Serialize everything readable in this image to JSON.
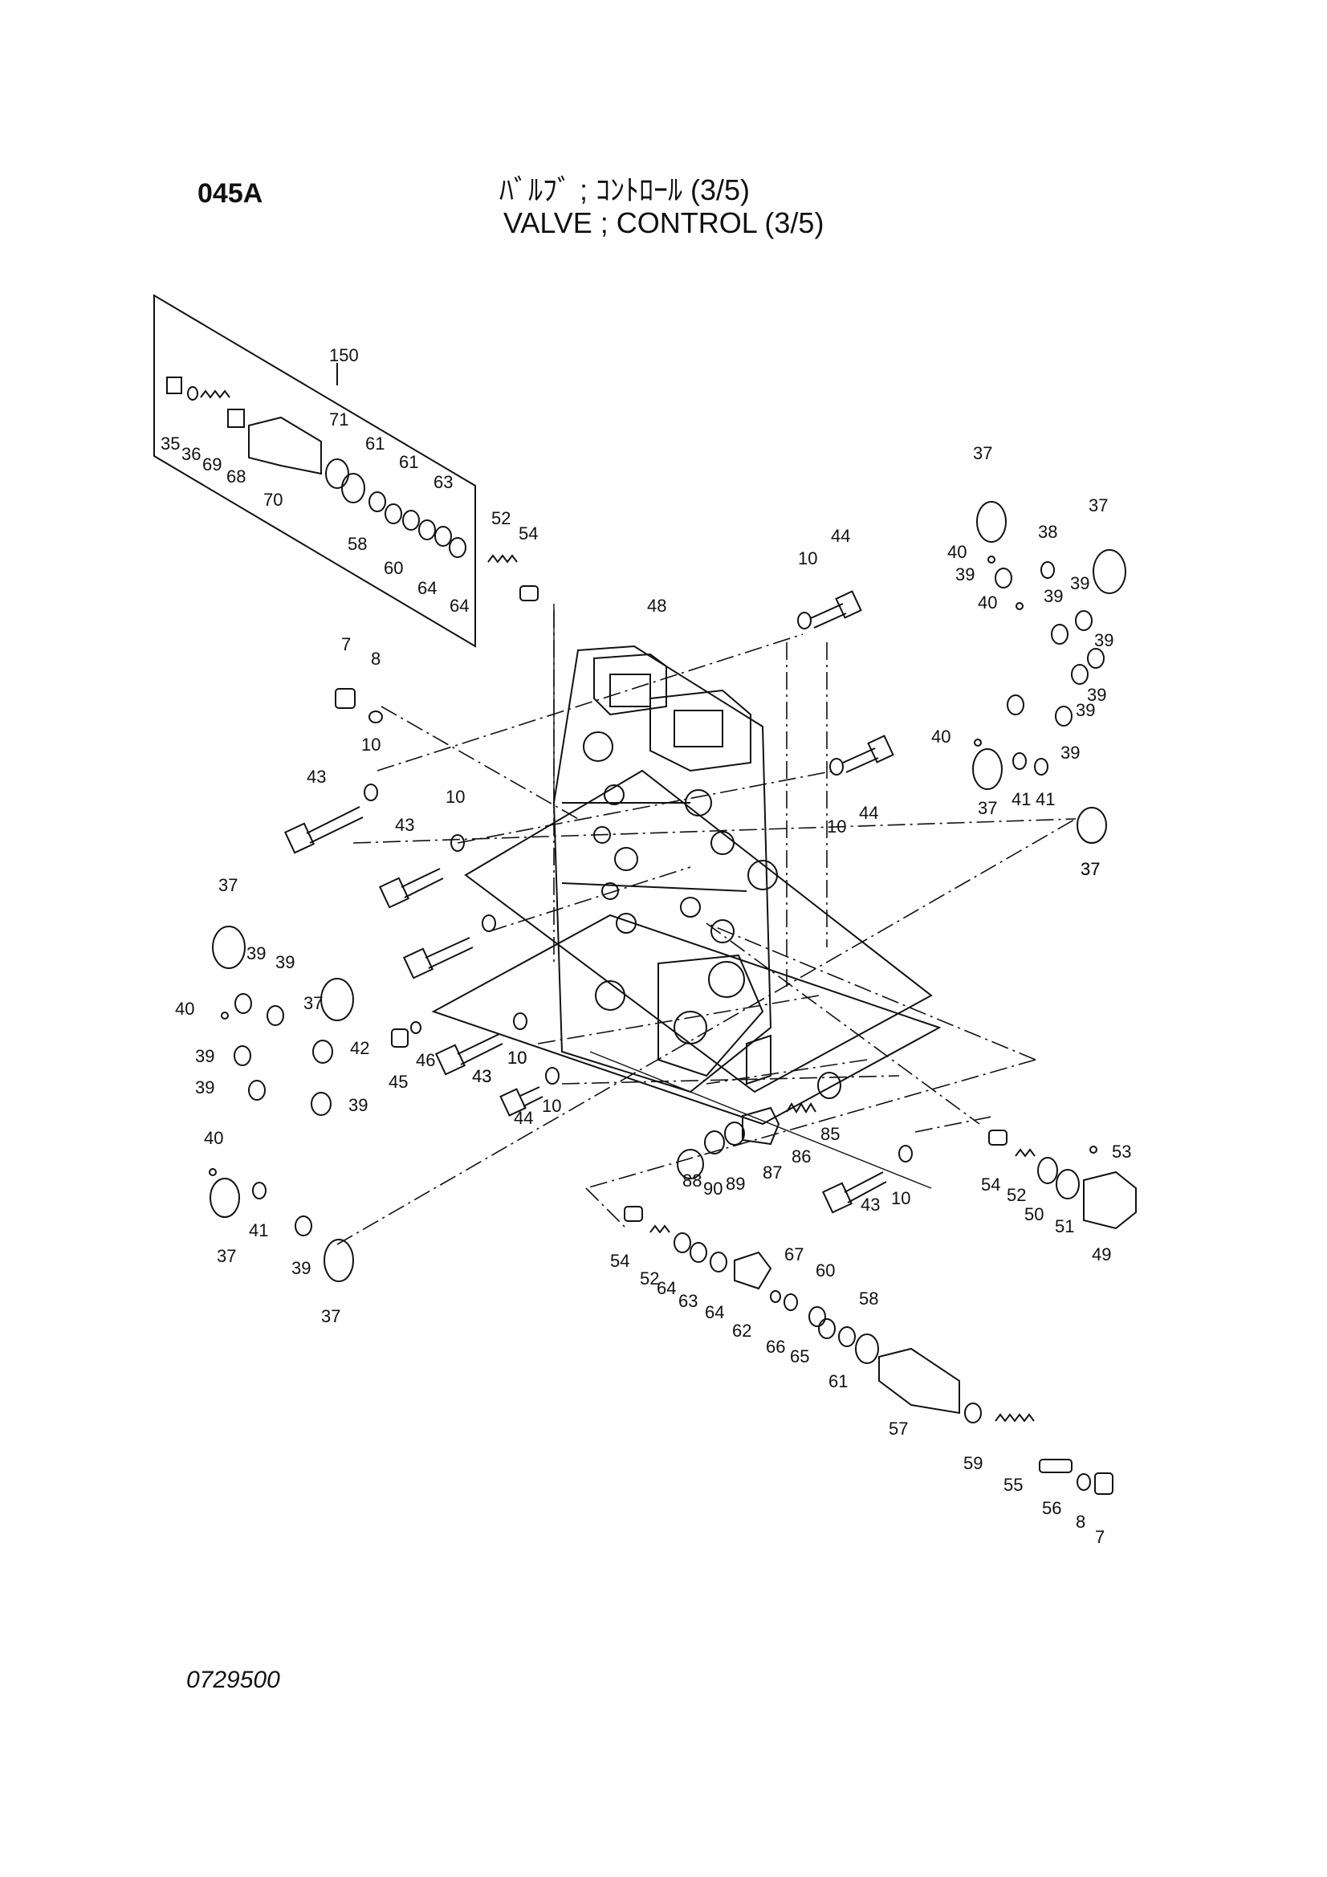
{
  "header": {
    "page_code": "045A",
    "title_jp": "ﾊﾞﾙﾌﾞ ; ｺﾝﾄﾛｰﾙ (3/5)",
    "title_en": "VALVE ; CONTROL (3/5)"
  },
  "footer": {
    "drawing_number": "0729500"
  },
  "part_labels": [
    "150",
    "35",
    "36",
    "69",
    "68",
    "70",
    "71",
    "58",
    "61",
    "60",
    "61",
    "64",
    "63",
    "64",
    "52",
    "54",
    "44",
    "10",
    "48",
    "7",
    "8",
    "43",
    "10",
    "43",
    "10",
    "37",
    "38",
    "40",
    "39",
    "40",
    "39",
    "37",
    "39",
    "39",
    "39",
    "39",
    "39",
    "40",
    "37",
    "41",
    "41",
    "37",
    "44",
    "10",
    "37",
    "37",
    "39",
    "39",
    "40",
    "37",
    "39",
    "42",
    "39",
    "39",
    "45",
    "46",
    "43",
    "10",
    "44",
    "10",
    "43",
    "10",
    "40",
    "41",
    "37",
    "39",
    "37",
    "85",
    "86",
    "87",
    "88",
    "90",
    "89",
    "43",
    "10",
    "54",
    "52",
    "53",
    "50",
    "51",
    "49",
    "54",
    "52",
    "64",
    "63",
    "64",
    "62",
    "67",
    "60",
    "66",
    "65",
    "58",
    "61",
    "57",
    "59",
    "55",
    "56",
    "8",
    "7"
  ],
  "colors": {
    "ink": "#111111",
    "paper": "#ffffff"
  }
}
